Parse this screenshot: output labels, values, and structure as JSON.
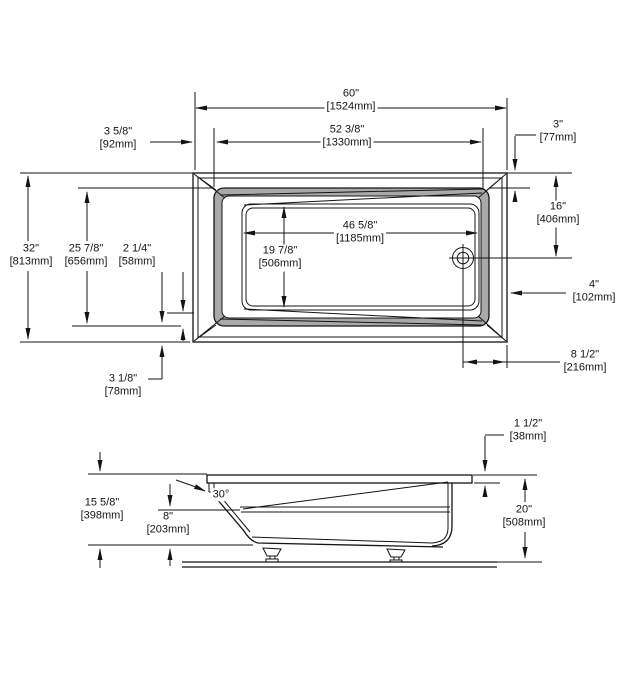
{
  "colors": {
    "line": "#141414",
    "shade": "#a9a9a9",
    "background": "#ffffff"
  },
  "top_view": {
    "dims": {
      "overall_length": {
        "in": "60\"",
        "mm": "[1524mm]"
      },
      "deck_opening_length": {
        "in": "52 3/8\"",
        "mm": "[1330mm]"
      },
      "deck_width_left": {
        "in": "3 5/8\"",
        "mm": "[92mm]"
      },
      "deck_width_top": {
        "in": "3\"",
        "mm": "[77mm]"
      },
      "drain_from_top_edge": {
        "in": "16\"",
        "mm": "[406mm]"
      },
      "floor_length": {
        "in": "46 5/8\"",
        "mm": "[1185mm]"
      },
      "floor_width": {
        "in": "19 7/8\"",
        "mm": "[506mm]"
      },
      "overall_width": {
        "in": "32\"",
        "mm": "[813mm]"
      },
      "deck_opening_width": {
        "in": "25 7/8\"",
        "mm": "[656mm]"
      },
      "bottom_ledge": {
        "in": "2 1/4\"",
        "mm": "[58mm]"
      },
      "bottom_rim": {
        "in": "3 1/8\"",
        "mm": "[78mm]"
      },
      "drain_from_right_edge": {
        "in": "4\"",
        "mm": "[102mm]"
      },
      "drain_from_end": {
        "in": "8 1/2\"",
        "mm": "[216mm]"
      }
    }
  },
  "side_view": {
    "dims": {
      "rim_thickness": {
        "in": "1 1/2\"",
        "mm": "[38mm]"
      },
      "overall_height": {
        "in": "20\"",
        "mm": "[508mm]"
      },
      "deck_height": {
        "in": "15 5/8\"",
        "mm": "[398mm]"
      },
      "skirt_height": {
        "in": "8\"",
        "mm": "[203mm]"
      },
      "backrest_angle": {
        "value": "30°"
      }
    }
  }
}
